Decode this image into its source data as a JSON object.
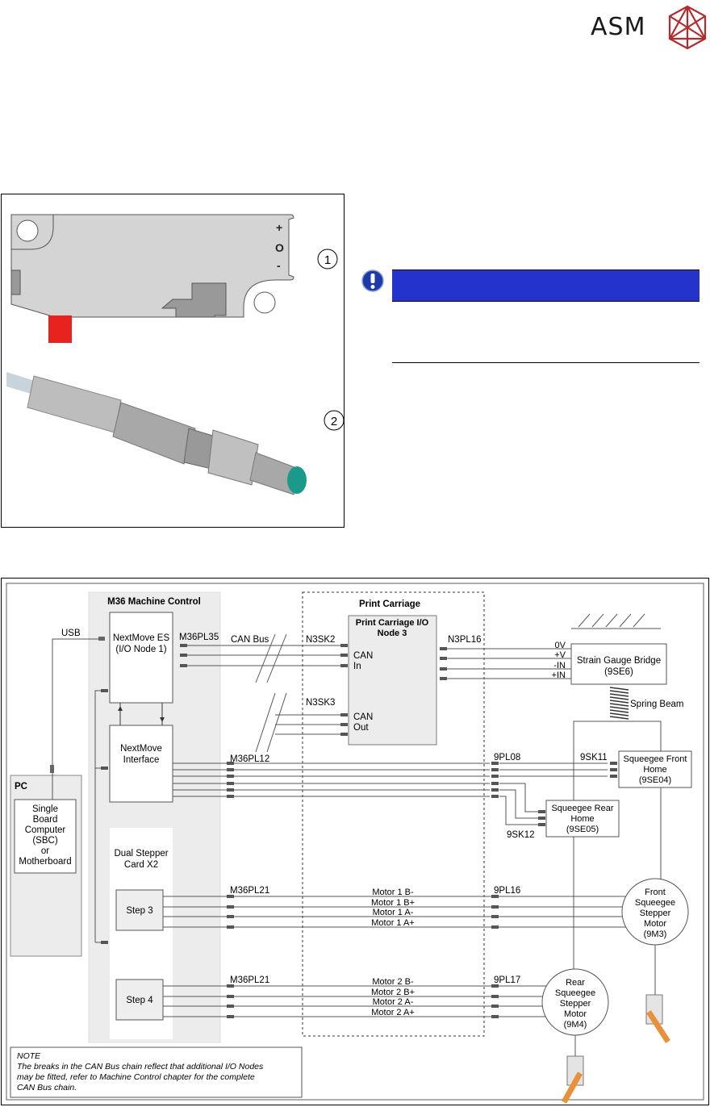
{
  "header": {
    "logo_text": "ASM",
    "logo_icon": "asm-polyhedron-logo",
    "brand_color": "#b52a2a"
  },
  "figure1": {
    "callouts": [
      "1",
      "2"
    ],
    "item1_markings": [
      "+",
      "O",
      "-"
    ],
    "item1_description": "sensor-bracket-with-red-connector",
    "item2_description": "cylindrical-proximity-sensor"
  },
  "notice": {
    "icon": "exclamation-icon",
    "bar_color": "#2433cc",
    "title": ""
  },
  "diagram": {
    "groups": {
      "machine_control": "M36 Machine Control",
      "print_carriage": "Print Carriage",
      "pc": "PC"
    },
    "blocks": {
      "nextmove_es": [
        "NextMove ES",
        "(I/O Node 1)"
      ],
      "nextmove_interface": [
        "NextMove",
        "Interface"
      ],
      "sbc": [
        "Single",
        "Board",
        "Computer",
        "(SBC)",
        "or",
        "Motherboard"
      ],
      "dual_stepper": [
        "Dual Stepper",
        "Card X2"
      ],
      "step3": "Step 3",
      "step4": "Step 4",
      "io_node3": [
        "Print Carriage I/O",
        "Node 3"
      ],
      "strain_gauge": [
        "Strain Gauge Bridge",
        "(9SE6)"
      ],
      "sq_front_home": [
        "Squeegee Front",
        "Home",
        "(9SE04)"
      ],
      "sq_rear_home": [
        "Squeegee Rear",
        "Home",
        "(9SE05)"
      ],
      "front_motor": [
        "Front",
        "Squeegee",
        "Stepper",
        "Motor",
        "(9M3)"
      ],
      "rear_motor": [
        "Rear",
        "Squeegee",
        "Stepper",
        "Motor",
        "(9M4)"
      ]
    },
    "labels": {
      "usb": "USB",
      "m36pl35": "M36PL35",
      "can_bus": "CAN Bus",
      "n3sk2": "N3SK2",
      "n3sk3": "N3SK3",
      "n3pl16": "N3PL16",
      "can_in": [
        "CAN",
        "In"
      ],
      "can_out": [
        "CAN",
        "Out"
      ],
      "m36pl12": "M36PL12",
      "9pl08": "9PL08",
      "9sk11": "9SK11",
      "9sk12": "9SK12",
      "m36pl21_a": "M36PL21",
      "m36pl21_b": "M36PL21",
      "9pl16": "9PL16",
      "9pl17": "9PL17",
      "spring_beam": "Spring Beam",
      "gauge_pins": [
        "0V",
        "+V",
        "-IN",
        "+IN"
      ],
      "motor1_wires": [
        "Motor 1 B-",
        "Motor 1 B+",
        "Motor 1 A-",
        "Motor 1 A+"
      ],
      "motor2_wires": [
        "Motor 2 B-",
        "Motor 2 B+",
        "Motor 2 A-",
        "Motor 2 A+"
      ]
    },
    "note": {
      "title": "NOTE",
      "lines": [
        "The breaks in the CAN Bus chain reflect that additional I/O Nodes",
        "may be fitted, refer to Machine Control chapter for the complete",
        "CAN Bus chain."
      ]
    }
  }
}
